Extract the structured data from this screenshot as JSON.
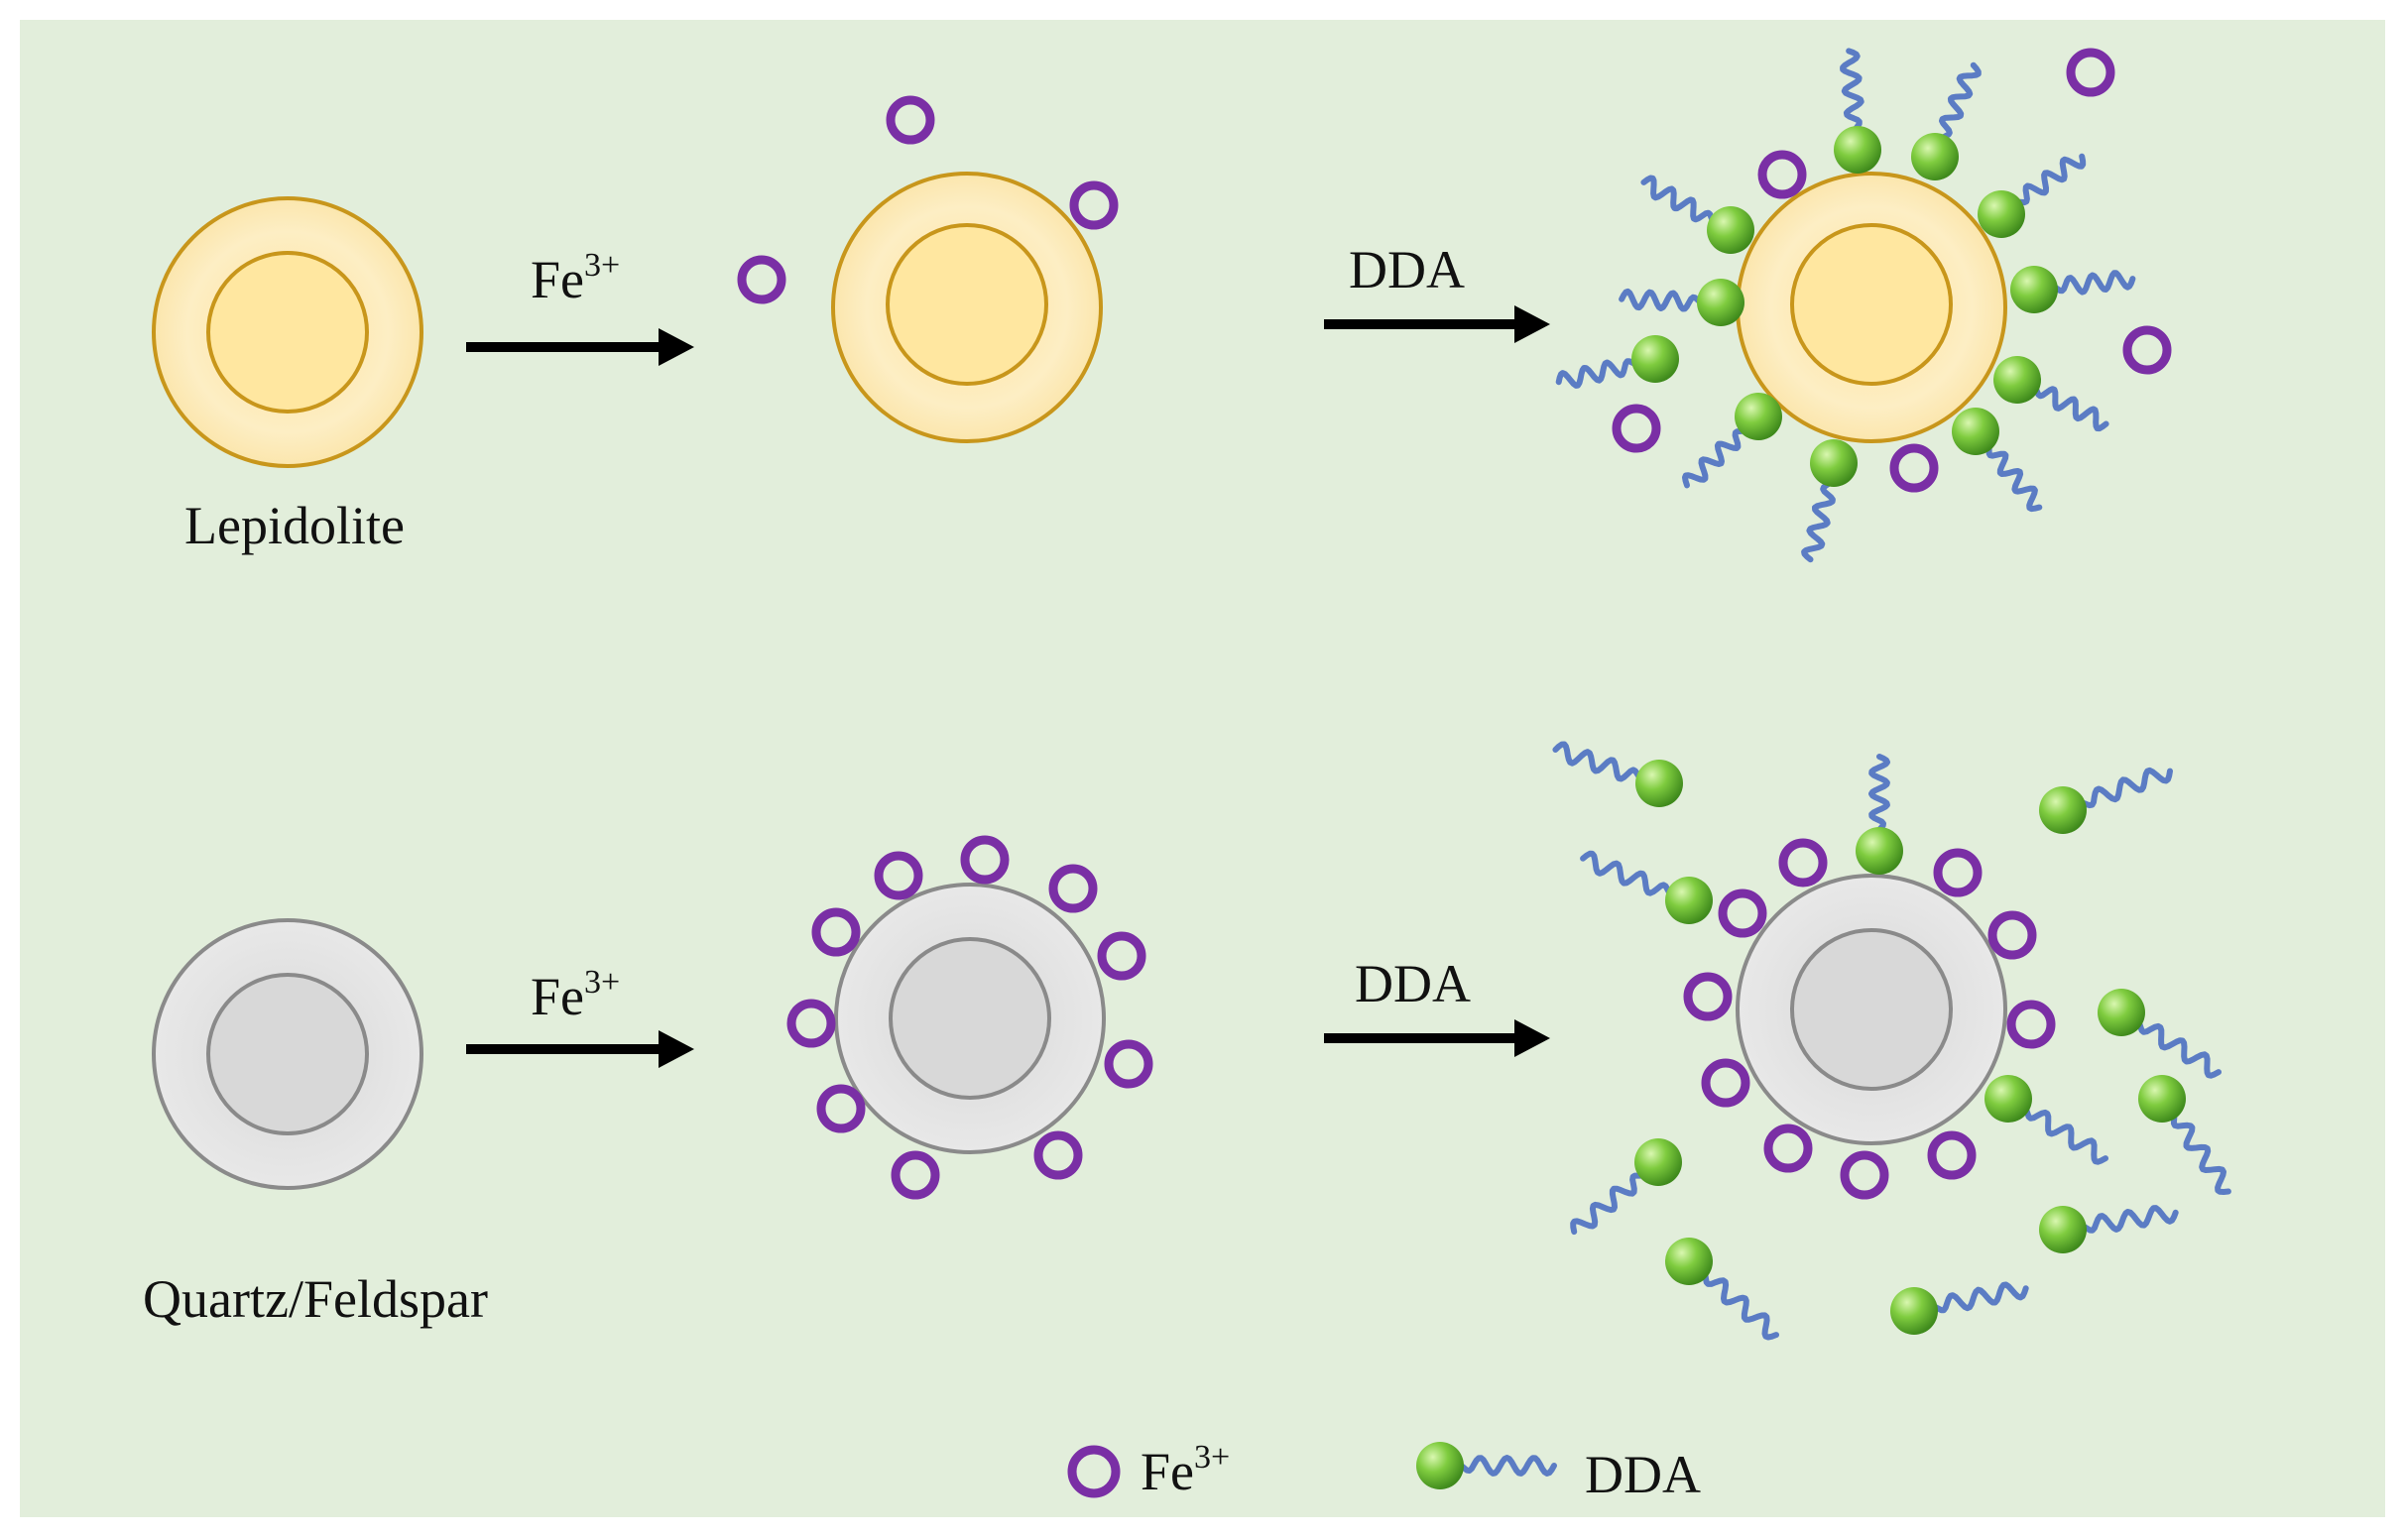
{
  "colors": {
    "background": "#e2eedb",
    "fe_ring": "#7a2fa5",
    "dda_head": "#6cc23a",
    "dda_tail": "#5b7cc4",
    "lepidolite_fill": "#fde7a8",
    "lepidolite_edge": "#c8961b",
    "quartz_fill": "#e4e4e4",
    "quartz_edge": "#8a8a8a",
    "arrow": "#000000"
  },
  "row_lepidolite": {
    "mineral_label": "Lepidolite",
    "step1_reagent": "Fe",
    "step1_charge": "3+",
    "step2_reagent": "DDA"
  },
  "row_quartz": {
    "mineral_label": "Quartz/Feldspar",
    "step1_reagent": "Fe",
    "step1_charge": "3+",
    "step2_reagent": "DDA"
  },
  "legend": {
    "fe_label": "Fe",
    "fe_charge": "3+",
    "dda_label": "DDA"
  }
}
